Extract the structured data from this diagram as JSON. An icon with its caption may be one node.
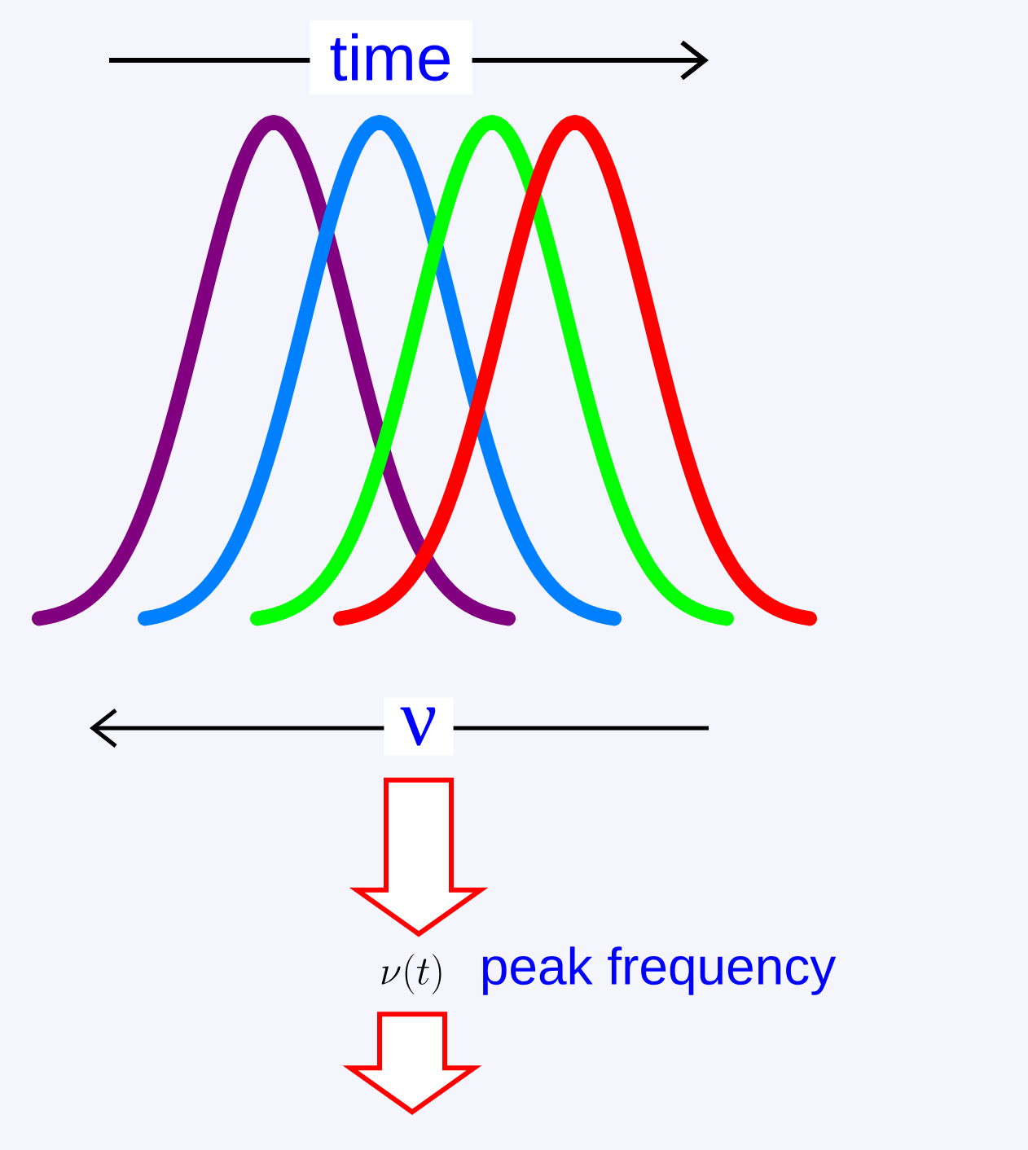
{
  "diagram": {
    "nodes": [
      {
        "text": [
          "ν"
        ]
      },
      {
        "text": [
          "\\nu(t)"
        ],
        "beside": [
          "peak frequency"
        ]
      }
    ],
    "edges": [
      {
        "from": 0,
        "to": 1,
        "arrow": "to"
      },
      {
        "from": 1,
        "to": null,
        "arrow": "to"
      }
    ],
    "labels": [
      "time"
    ]
  }
}
